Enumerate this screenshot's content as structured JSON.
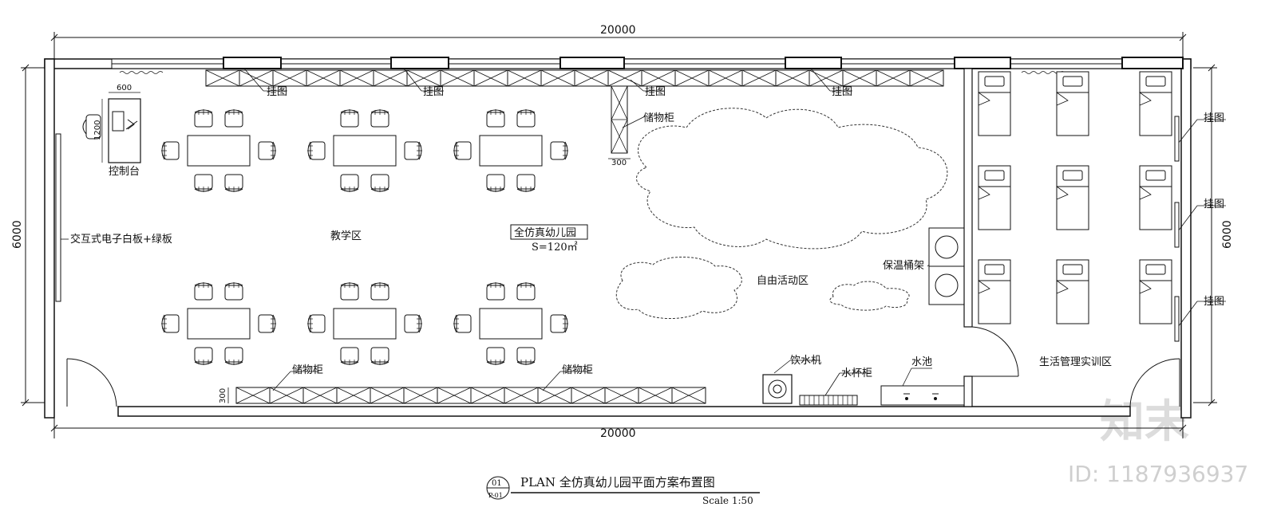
{
  "dimensions": {
    "width_top": "20000",
    "width_bottom": "20000",
    "height_left": "6000",
    "height_right": "6000",
    "desk_width": "600",
    "desk_depth": "1200",
    "cabinet_depth_top": "300",
    "cabinet_depth_bottom": "300"
  },
  "labels": {
    "hang1": "挂图",
    "hang2": "挂图",
    "hang3": "挂图",
    "hang4": "挂图",
    "hang_right1": "挂图",
    "hang_right2": "挂图",
    "hang_right3": "挂图",
    "storage_top": "储物柜",
    "storage_bottom1": "储物柜",
    "storage_bottom2": "储物柜",
    "console": "控制台",
    "whiteboard": "交互式电子白板+绿板",
    "teaching_zone": "教学区",
    "kindergarten_name": "全仿真幼儿园",
    "area": "S=120㎡",
    "free_zone": "自由活动区",
    "bucket_rack": "保温桶架",
    "water_dispenser": "饮水机",
    "cup_cabinet": "水杯柜",
    "sink": "水池",
    "life_zone": "生活管理实训区"
  },
  "title_block": {
    "number": "01",
    "sheet": "P-01",
    "title": "PLAN  全仿真幼儿园平面方案布置图",
    "scale": "Scale 1:50"
  },
  "watermark": {
    "logo": "知末",
    "id": "ID: 1187936937"
  },
  "colors": {
    "line": "#111111",
    "watermark": "#d6d6d6"
  }
}
